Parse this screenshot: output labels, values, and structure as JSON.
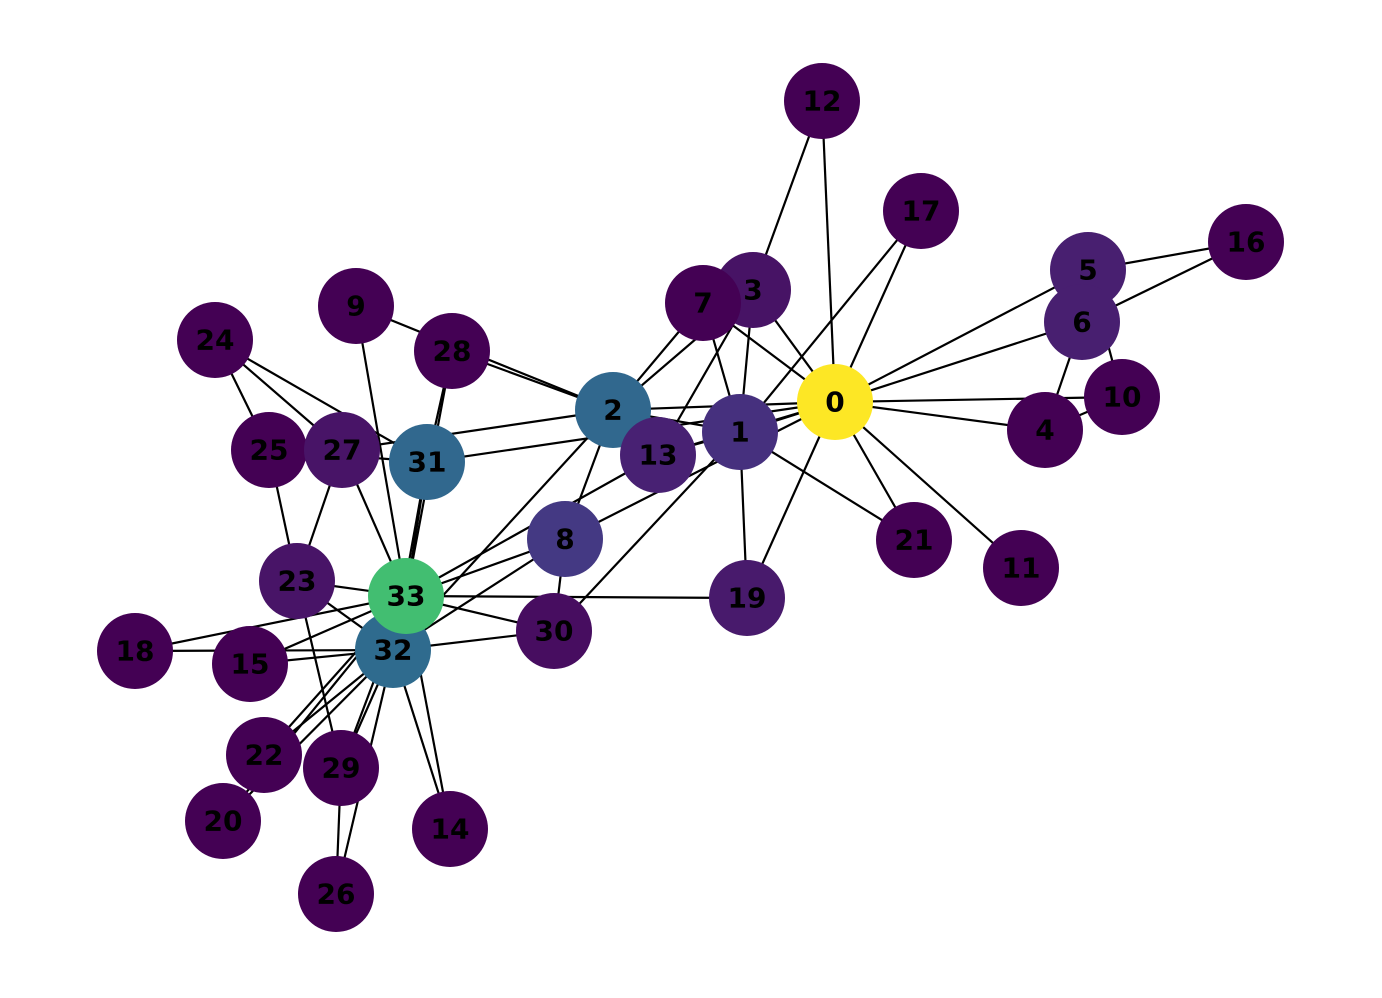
{
  "graph": {
    "nodes": [
      {
        "id": "0",
        "color": "#fde725"
      },
      {
        "id": "1",
        "color": "#46307e"
      },
      {
        "id": "2",
        "color": "#31688e"
      },
      {
        "id": "3",
        "color": "#471365"
      },
      {
        "id": "4",
        "color": "#440154"
      },
      {
        "id": "5",
        "color": "#481f70"
      },
      {
        "id": "6",
        "color": "#481f70"
      },
      {
        "id": "7",
        "color": "#440154"
      },
      {
        "id": "8",
        "color": "#443983"
      },
      {
        "id": "9",
        "color": "#440154"
      },
      {
        "id": "10",
        "color": "#440154"
      },
      {
        "id": "11",
        "color": "#440154"
      },
      {
        "id": "12",
        "color": "#440154"
      },
      {
        "id": "13",
        "color": "#482173"
      },
      {
        "id": "14",
        "color": "#440154"
      },
      {
        "id": "15",
        "color": "#440154"
      },
      {
        "id": "16",
        "color": "#440154"
      },
      {
        "id": "17",
        "color": "#440154"
      },
      {
        "id": "18",
        "color": "#440154"
      },
      {
        "id": "19",
        "color": "#481a6c"
      },
      {
        "id": "20",
        "color": "#440154"
      },
      {
        "id": "21",
        "color": "#440154"
      },
      {
        "id": "22",
        "color": "#440154"
      },
      {
        "id": "23",
        "color": "#481467"
      },
      {
        "id": "24",
        "color": "#440154"
      },
      {
        "id": "25",
        "color": "#440154"
      },
      {
        "id": "26",
        "color": "#440154"
      },
      {
        "id": "27",
        "color": "#481467"
      },
      {
        "id": "28",
        "color": "#440154"
      },
      {
        "id": "29",
        "color": "#440154"
      },
      {
        "id": "30",
        "color": "#470d60"
      },
      {
        "id": "31",
        "color": "#31688e"
      },
      {
        "id": "32",
        "color": "#2f6b8e"
      },
      {
        "id": "33",
        "color": "#42be71"
      }
    ],
    "edges": [
      [
        0,
        1
      ],
      [
        0,
        2
      ],
      [
        0,
        3
      ],
      [
        0,
        4
      ],
      [
        0,
        5
      ],
      [
        0,
        6
      ],
      [
        0,
        7
      ],
      [
        0,
        8
      ],
      [
        0,
        10
      ],
      [
        0,
        11
      ],
      [
        0,
        12
      ],
      [
        0,
        13
      ],
      [
        0,
        17
      ],
      [
        0,
        19
      ],
      [
        0,
        21
      ],
      [
        0,
        31
      ],
      [
        1,
        2
      ],
      [
        1,
        3
      ],
      [
        1,
        7
      ],
      [
        1,
        13
      ],
      [
        1,
        17
      ],
      [
        1,
        19
      ],
      [
        1,
        21
      ],
      [
        1,
        30
      ],
      [
        2,
        3
      ],
      [
        2,
        7
      ],
      [
        2,
        8
      ],
      [
        2,
        9
      ],
      [
        2,
        13
      ],
      [
        2,
        27
      ],
      [
        2,
        28
      ],
      [
        2,
        32
      ],
      [
        3,
        7
      ],
      [
        3,
        12
      ],
      [
        3,
        13
      ],
      [
        4,
        6
      ],
      [
        4,
        10
      ],
      [
        5,
        6
      ],
      [
        5,
        10
      ],
      [
        5,
        16
      ],
      [
        6,
        16
      ],
      [
        8,
        30
      ],
      [
        8,
        32
      ],
      [
        8,
        33
      ],
      [
        9,
        33
      ],
      [
        13,
        33
      ],
      [
        14,
        32
      ],
      [
        14,
        33
      ],
      [
        15,
        32
      ],
      [
        15,
        33
      ],
      [
        18,
        32
      ],
      [
        18,
        33
      ],
      [
        19,
        33
      ],
      [
        20,
        32
      ],
      [
        20,
        33
      ],
      [
        22,
        32
      ],
      [
        22,
        33
      ],
      [
        23,
        25
      ],
      [
        23,
        27
      ],
      [
        23,
        29
      ],
      [
        23,
        32
      ],
      [
        23,
        33
      ],
      [
        24,
        25
      ],
      [
        24,
        27
      ],
      [
        24,
        31
      ],
      [
        25,
        31
      ],
      [
        26,
        29
      ],
      [
        26,
        33
      ],
      [
        27,
        33
      ],
      [
        28,
        31
      ],
      [
        28,
        33
      ],
      [
        29,
        32
      ],
      [
        29,
        33
      ],
      [
        30,
        32
      ],
      [
        30,
        33
      ],
      [
        31,
        32
      ],
      [
        31,
        33
      ],
      [
        32,
        33
      ]
    ]
  }
}
